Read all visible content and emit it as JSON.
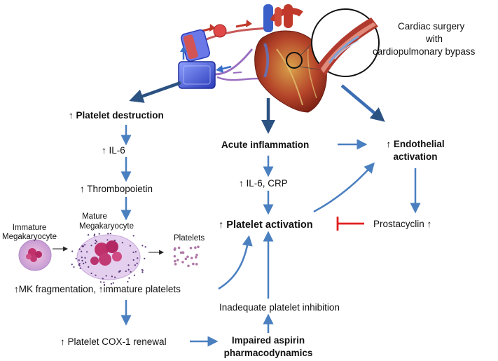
{
  "title": {
    "line1": "Cardiac surgery",
    "line2": "with",
    "line3": "cardiopulmonary  bypass"
  },
  "nodes": {
    "platelet_destruction": "↑ Platelet destruction",
    "il6": "↑  IL-6",
    "thrombopoietin": "↑  Thrombopoietin",
    "immature_mk_line1": "Immature",
    "immature_mk_line2": "Megakaryocyte",
    "mature_mk_line1": "Mature",
    "mature_mk_line2": "Megakaryocyte",
    "platelets": "Platelets",
    "mk_fragmentation": "↑MK fragmentation,  ↑immature  platelets",
    "cox1_renewal": "↑  Platelet COX-1 renewal",
    "acute_inflammation": "Acute inflammation",
    "il6_crp": "↑  IL-6, CRP",
    "platelet_activation": "↑ Platelet activation",
    "inadequate_inhibition": "Inadequate  platelet inhibition",
    "impaired_aspirin_line1": "Impaired aspirin",
    "impaired_aspirin_line2": "pharmacodynamics",
    "endothelial_line1": "↑ Endothelial",
    "endothelial_line2": "activation",
    "prostacyclin": "Prostacyclin ↑"
  },
  "colors": {
    "arrow_blue": "#4a7fc0",
    "arrow_dark": "#2c5282",
    "inhibit_red": "#e02020",
    "heart_red": "#c0392b",
    "machine_blue": "#3a4fc8"
  },
  "icons": [
    "heart-illustration",
    "bypass-pump-icon",
    "oxygenator-icon",
    "vessel-zoom-icon",
    "megakaryocyte-cell-icon",
    "platelet-dots-icon"
  ]
}
